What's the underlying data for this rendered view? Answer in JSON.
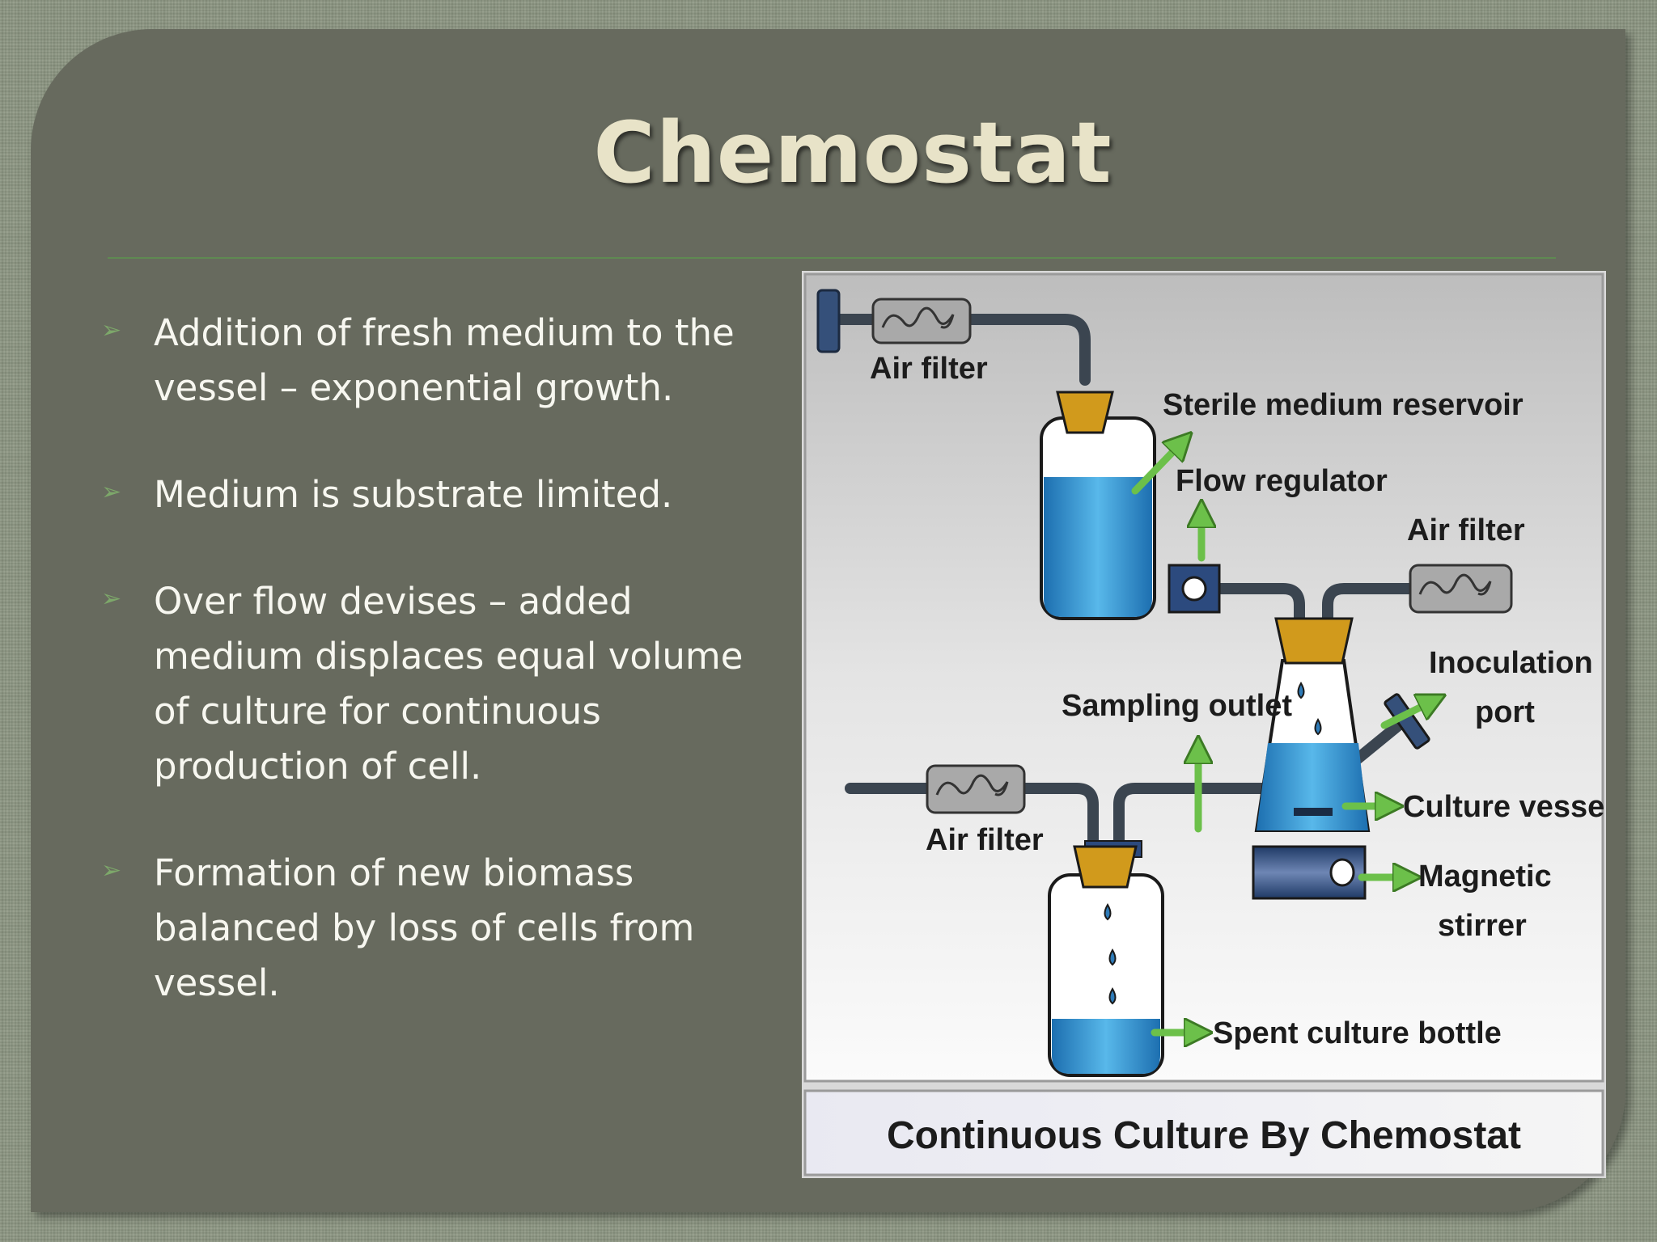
{
  "slide": {
    "title": "Chemostat",
    "bullets": [
      {
        "text": "Addition of fresh medium to the vessel – exponential growth."
      },
      {
        "text": "Medium is substrate limited."
      },
      {
        "text": "Over flow devises – added medium displaces equal volume of culture  for continuous production of cell."
      },
      {
        "text": "Formation of new biomass balanced by loss of cells from vessel."
      }
    ]
  },
  "diagram": {
    "labels": {
      "air_filter_top": "Air filter",
      "sterile_medium_reservoir": "Sterile medium reservoir",
      "flow_regulator": "Flow regulator",
      "air_filter_right": "Air filter",
      "inoculation_port_line1": "Inoculation",
      "inoculation_port_line2": "port",
      "sampling_outlet": "Sampling outlet",
      "air_filter_left": "Air filter",
      "culture_vessel": "Culture vessel",
      "magnetic_stirrer_line1": "Magnetic",
      "magnetic_stirrer_line2": "stirrer",
      "spent_culture_bottle": "Spent culture bottle"
    },
    "caption": "Continuous Culture By Chemostat",
    "colors": {
      "pipe": "#3b4550",
      "stopper": "#d19a1c",
      "medium": "#3aa1dc",
      "arrow": "#6cc04a",
      "filter": "#a9a9a9"
    }
  }
}
